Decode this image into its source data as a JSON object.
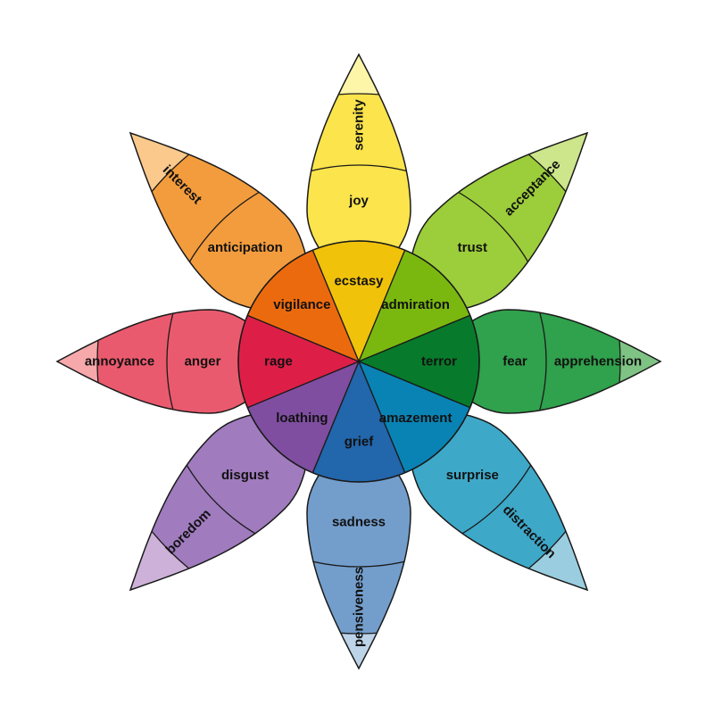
{
  "petals": [
    {
      "id": "joy",
      "labels": [
        "ecstasy",
        "joy",
        "serenity"
      ],
      "colors": [
        "#f0c20a",
        "#fbe44c",
        "#fdf6a8"
      ]
    },
    {
      "id": "trust",
      "labels": [
        "admiration",
        "trust",
        "acceptance"
      ],
      "colors": [
        "#7ab80f",
        "#9ccd3b",
        "#cde58b"
      ]
    },
    {
      "id": "fear",
      "labels": [
        "terror",
        "fear",
        "apprehension"
      ],
      "colors": [
        "#077b2b",
        "#30a14c",
        "#7ec383"
      ]
    },
    {
      "id": "surprise",
      "labels": [
        "amazement",
        "surprise",
        "distraction"
      ],
      "colors": [
        "#0983b4",
        "#3ea8c8",
        "#9acde0"
      ]
    },
    {
      "id": "sadness",
      "labels": [
        "grief",
        "sadness",
        "pensiveness"
      ],
      "colors": [
        "#2266ab",
        "#739ecc",
        "#bcd3e8"
      ]
    },
    {
      "id": "disgust",
      "labels": [
        "loathing",
        "disgust",
        "boredom"
      ],
      "colors": [
        "#7f4ea0",
        "#a07bbe",
        "#cdb1d8"
      ]
    },
    {
      "id": "anger",
      "labels": [
        "rage",
        "anger",
        "annoyance"
      ],
      "colors": [
        "#dd1f48",
        "#ea5a6e",
        "#f7a8ab"
      ]
    },
    {
      "id": "anticipation",
      "labels": [
        "vigilance",
        "anticipation",
        "interest"
      ],
      "colors": [
        "#ec6a0e",
        "#f39c3d",
        "#fbc98c"
      ]
    }
  ]
}
